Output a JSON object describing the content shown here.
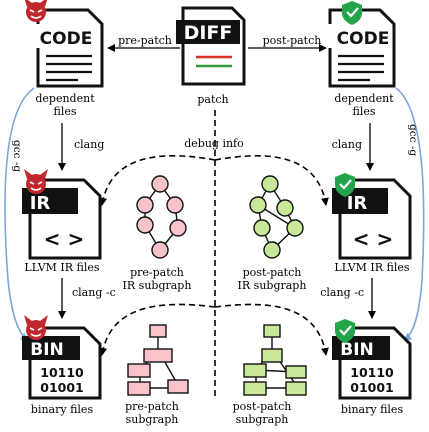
{
  "center": {
    "diff_label": "DIFF",
    "patch_label": "patch",
    "pre_patch_arrow": "pre-patch",
    "post_patch_arrow": "post-patch",
    "debug_info": "debug info"
  },
  "left": {
    "code_label": "CODE",
    "dependent_files_1": "dependent",
    "dependent_files_2": "files",
    "clang": "clang",
    "gcc": "gcc -g",
    "ir_label": "IR",
    "ir_files": "LLVM IR files",
    "clang_c": "clang -c",
    "bin_label": "BIN",
    "bin_row1": "10110",
    "bin_row2": "01001",
    "binary_files": "binary files",
    "ir_subgraph_1": "pre-patch",
    "ir_subgraph_2": "IR subgraph",
    "bin_subgraph_1": "pre-patch",
    "bin_subgraph_2": "subgraph"
  },
  "right": {
    "code_label": "CODE",
    "dependent_files_1": "dependent",
    "dependent_files_2": "files",
    "clang": "clang",
    "gcc": "gcc -g",
    "ir_label": "IR",
    "ir_files": "LLVM IR files",
    "clang_c": "clang -c",
    "bin_label": "BIN",
    "bin_row1": "10110",
    "bin_row2": "01001",
    "binary_files": "binary files",
    "ir_subgraph_1": "post-patch",
    "ir_subgraph_2": "IR subgraph",
    "bin_subgraph_1": "post-patch",
    "bin_subgraph_2": "subgraph"
  },
  "colors": {
    "pre_fill": "#f9c4c9",
    "pre_stroke": "#c96a74",
    "post_fill": "#c8e89a",
    "post_stroke": "#6c9a30",
    "blue_arrow": "#7aa5d8",
    "doc_dark": "#111111",
    "diff_red": "#d9302c",
    "diff_green": "#2e9a3a",
    "devil_red": "#c0282d",
    "shield_green": "#23a34a"
  }
}
